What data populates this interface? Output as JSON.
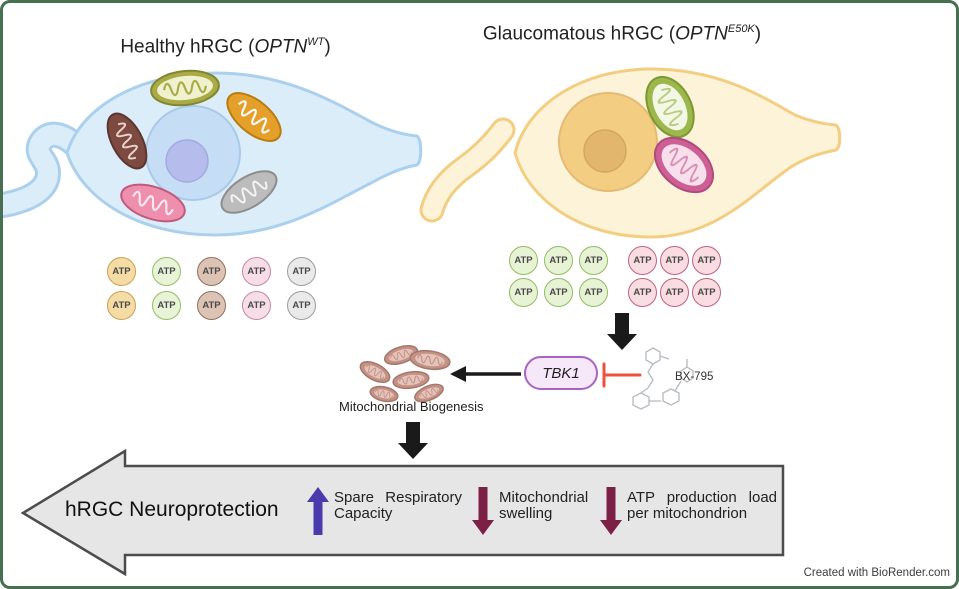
{
  "palette": {
    "frame_border": "#46704f",
    "healthy_cell_fill": "#dcedfa",
    "healthy_cell_outline": "#abd0ee",
    "glaucomatous_cell_fill": "#fdf3d8",
    "glaucomatous_cell_outline": "#f3cd80",
    "tbk1_fill": "#f7e8f9",
    "tbk1_border": "#a864c2",
    "inhibition_red": "#f04f3a",
    "increase_purple": "#4a3aae",
    "decrease_maroon": "#7d2046",
    "big_arrow_fill": "#e6e6e6",
    "big_arrow_border": "#4c4c4c"
  },
  "cells": {
    "healthy": {
      "title_prefix": "Healthy hRGC (",
      "gene": "OPTN",
      "variant": "WT",
      "title_suffix": ")"
    },
    "glaucomatous": {
      "title_prefix": "Glaucomatous hRGC (",
      "gene": "OPTN",
      "variant": "E50K",
      "title_suffix": ")"
    }
  },
  "atp": {
    "label": "ATP",
    "healthy_column_colors": [
      "gold",
      "green",
      "brown",
      "pink",
      "gray"
    ],
    "glaucomatous_groups": [
      "green",
      "pink"
    ]
  },
  "pathway": {
    "tbk1": "TBK1",
    "inhibitor": "BX-795",
    "biogenesis": "Mitochondrial Biogenesis"
  },
  "outcome": {
    "headline": "hRGC Neuroprotection",
    "items": [
      {
        "direction": "up",
        "color": "#4a3aae",
        "text": "Spare Respiratory Capacity"
      },
      {
        "direction": "down",
        "color": "#7d2046",
        "text": "Mitochondrial swelling"
      },
      {
        "direction": "down",
        "color": "#7d2046",
        "text": "ATP production load per mitochondrion"
      }
    ]
  },
  "credit": "Created with BioRender.com"
}
